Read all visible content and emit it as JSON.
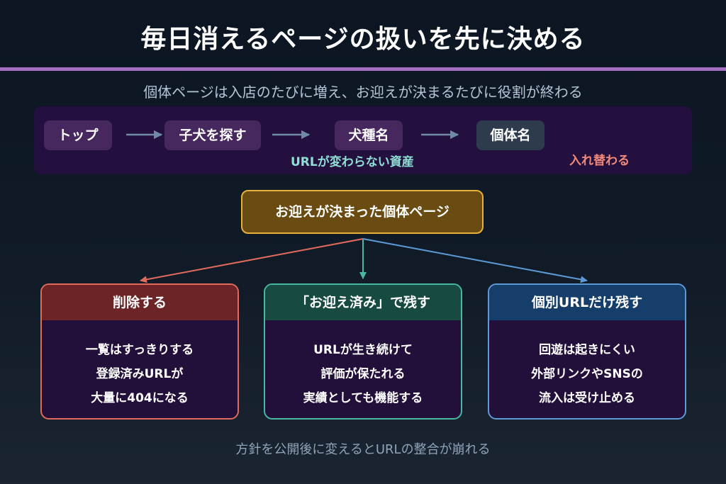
{
  "title": "毎日消えるページの扱いを先に決める",
  "subtitle": "個体ページは入店のたびに増え、お迎えが決まるたびに役割が終わる",
  "flow": {
    "steps": [
      "トップ",
      "子犬を探す",
      "犬種名",
      "個体名"
    ],
    "stable_note": "URLが変わらない資産",
    "changing_note": "入れ替わる"
  },
  "center": {
    "label": "お迎えが決まった個体ページ"
  },
  "options": [
    {
      "title": "削除する",
      "lines": [
        "一覧はすっきりする",
        "登録済みURLが",
        "大量に404になる"
      ]
    },
    {
      "title": "「お迎え済み」で残す",
      "lines": [
        "URLが生き続けて",
        "評価が保たれる",
        "実績としても機能する"
      ]
    },
    {
      "title": "個別URLだけ残す",
      "lines": [
        "回遊は起きにくい",
        "外部リンクやSNSの",
        "流入は受け止める"
      ]
    }
  ],
  "footer": "方針を公開後に変えるとURLの整合が崩れる",
  "colors": {
    "background": "#0b1622",
    "title_rule": "#a46fc0",
    "flow_panel": "#24103e",
    "step_purple": "#46285e",
    "step_slate": "#2d3b4d",
    "stable_note": "#8fe0d4",
    "changing_note": "#ef8a7b",
    "center_border": "#e4b13a",
    "center_fill": "#6a4b12",
    "delete_accent": "#e06b5c",
    "delete_head": "#6c2426",
    "keep_accent": "#47b8a2",
    "keep_head": "#174b42",
    "url_only_accent": "#5d9ad6",
    "url_only_head": "#163e6a"
  }
}
